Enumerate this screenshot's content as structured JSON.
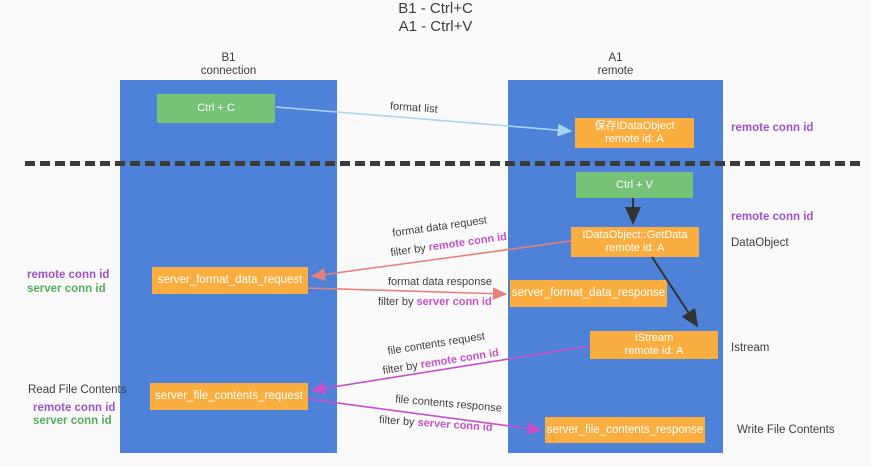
{
  "title": {
    "line1": "B1 - Ctrl+C",
    "line2": "A1 - Ctrl+V"
  },
  "columns": {
    "left": {
      "name": "B1",
      "role": "connection"
    },
    "right": {
      "name": "A1",
      "role": "remote"
    }
  },
  "nodes": {
    "ctrl_c": "Ctrl + C",
    "save_idataobject": {
      "line1": "保存IDataObject",
      "line2": "remote id: A"
    },
    "ctrl_v": "Ctrl + V",
    "getdata": {
      "line1": "IDataObject::GetData",
      "line2": "remote id: A"
    },
    "istream": {
      "line1": "IStream",
      "line2": "remote id: A"
    },
    "server_format_data_request": "server_format_data_request",
    "server_format_data_response": "server_format_data_response",
    "server_file_contents_request": "server_file_contents_request",
    "server_file_contents_response": "server_file_contents_response"
  },
  "side_labels": {
    "remote_conn_id": "remote conn id",
    "server_conn_id": "server conn id",
    "dataobject": "DataObject",
    "istream": "Istream",
    "read_file_contents": "Read File Contents",
    "write_file_contents": "Write File Contents"
  },
  "arrow_labels": {
    "format_list": "format list",
    "format_data_request": "format data request",
    "format_data_response": "format data response",
    "file_contents_request": "file contents request",
    "file_contents_response": "file contents response",
    "filter_by": "filter by ",
    "remote_conn_id": "remote conn id",
    "server_conn_id": "server conn id"
  },
  "colors": {
    "column_blue": "#4d82d8",
    "node_green": "#76c276",
    "node_orange": "#f9ae3f",
    "arrow_light_blue": "#a9d5f5",
    "arrow_salmon": "#e8807a",
    "arrow_magenta": "#c94fc9",
    "arrow_black": "#333333",
    "label_purple": "#a052c8",
    "label_green": "#53ae5e",
    "filter_highlight_magenta": "#c653c6",
    "background": "#fafafa"
  }
}
